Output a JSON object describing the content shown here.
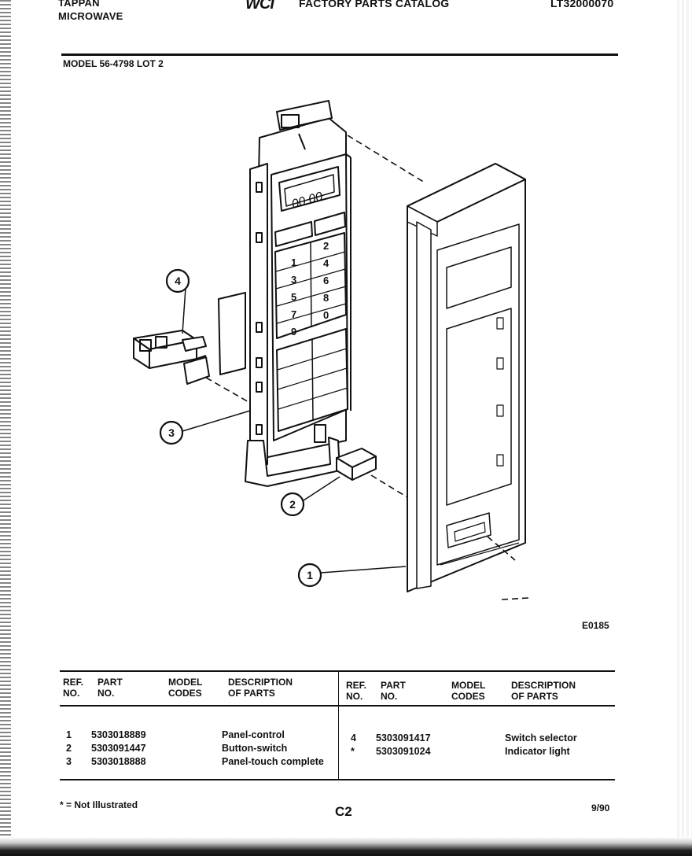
{
  "header": {
    "brand_line1": "TAPPAN",
    "brand_line2": "MICROWAVE",
    "logo_text": "WCI",
    "catalog_title": "FACTORY PARTS CATALOG",
    "catalog_code": "LT32000070",
    "model_line": "MODEL 56-4798 LOT 2"
  },
  "diagram": {
    "figure_code": "E0185",
    "display_digits": "00 00",
    "keypad_numbers": [
      "1",
      "2",
      "3",
      "4",
      "5",
      "6",
      "7",
      "8",
      "9",
      "0"
    ],
    "callouts": [
      "1",
      "2",
      "3",
      "4"
    ]
  },
  "table": {
    "left_headers": {
      "ref": "REF.\nNO.",
      "part": "PART\nNO.",
      "model": "MODEL\nCODES",
      "desc": "DESCRIPTION\nOF PARTS"
    },
    "right_headers": {
      "ref": "REF.\nNO.",
      "part": "PART\nNO.",
      "model": "MODEL\nCODES",
      "desc": "DESCRIPTION\nOF PARTS"
    },
    "left_rows": [
      {
        "ref": "1",
        "part": "5303018889",
        "desc": "Panel-control"
      },
      {
        "ref": "2",
        "part": "5303091447",
        "desc": "Button-switch"
      },
      {
        "ref": "3",
        "part": "5303018888",
        "desc": "Panel-touch complete"
      }
    ],
    "right_rows": [
      {
        "ref": "4",
        "part": "5303091417",
        "desc": "Switch selector"
      },
      {
        "ref": "*",
        "part": "5303091024",
        "desc": "Indicator light"
      }
    ]
  },
  "footer": {
    "note": "* = Not Illustrated",
    "page": "C2",
    "date": "9/90"
  }
}
